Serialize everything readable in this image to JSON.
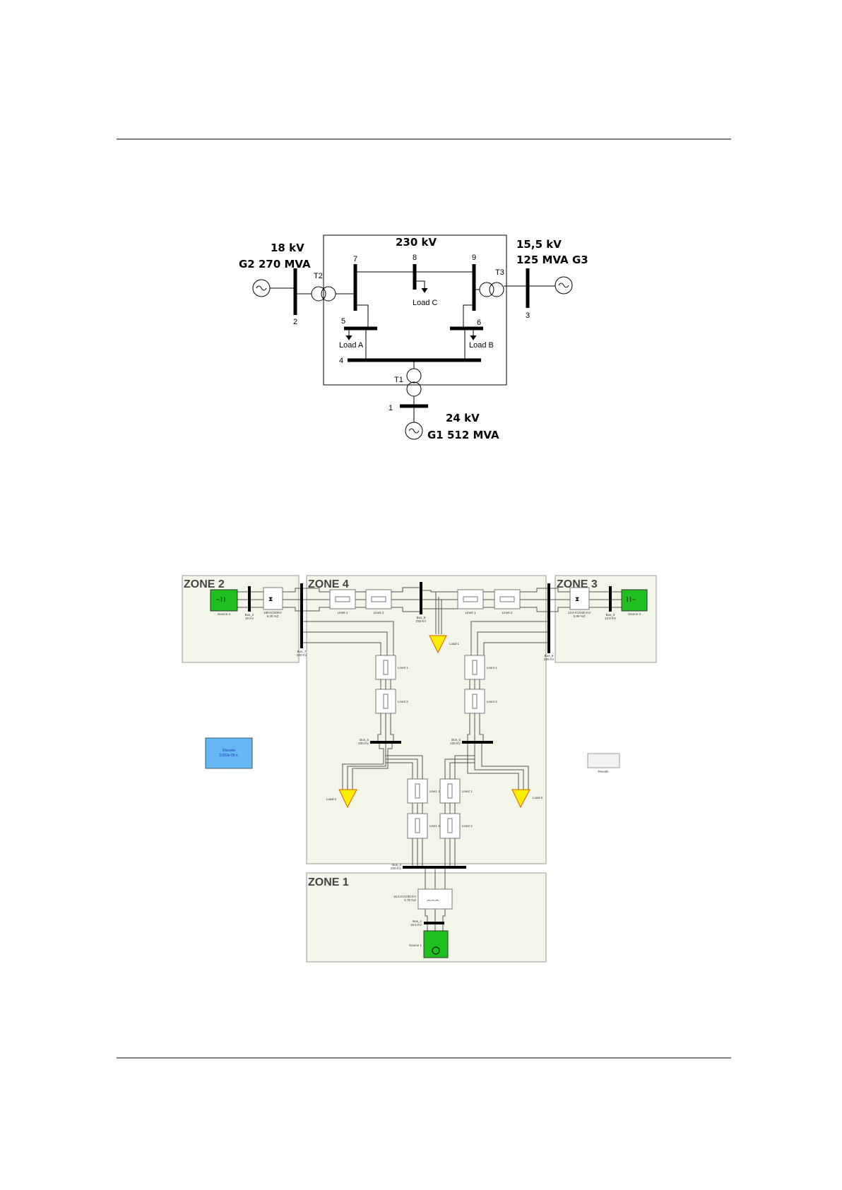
{
  "one_line": {
    "top_label": "230 kV",
    "g2": {
      "kv": "18 kV",
      "label": "G2  270 MVA"
    },
    "g3": {
      "kv": "15,5 kV",
      "mva": "125 MVA",
      "name": "G3"
    },
    "g1": {
      "kv": "24 kV",
      "label": "G1  512 MVA"
    },
    "transformers": {
      "t1": "T1",
      "t2": "T2",
      "t3": "T3"
    },
    "buses": {
      "b1": "1",
      "b2": "2",
      "b3": "3",
      "b4": "4",
      "b5": "5",
      "b6": "6",
      "b7": "7",
      "b8": "8",
      "b9": "9"
    },
    "loads": {
      "a": "Load  A",
      "b": "Load  B",
      "c": "Load  C"
    }
  },
  "simulink": {
    "zones": {
      "z1": "ZONE 1",
      "z2": "ZONE 2",
      "z3": "ZONE 3",
      "z4": "ZONE 4"
    },
    "source2": "Source 2",
    "source3": "Source 3",
    "source1": "Source 1",
    "bus2": [
      "Bus_2",
      "18 KV"
    ],
    "bus3": [
      "Bus_3",
      "13.8 KV"
    ],
    "bus1": [
      "Bus_1",
      "16.5 KV"
    ],
    "bus7": [
      "Bus_7",
      "230 KV"
    ],
    "bus8": [
      "Bus_8",
      "230 KV"
    ],
    "bus9": [
      "Bus_9",
      "230 KV"
    ],
    "bus5": [
      "Bus_5",
      "230 KV"
    ],
    "bus6": [
      "Bus_6",
      "230 KV"
    ],
    "bus4": [
      "Bus_4",
      "230 KV"
    ],
    "tr2": [
      "18KV/230KV",
      "6.25 %Z"
    ],
    "tr3": [
      "13.8 KV/230 KV",
      "5.86 %Z"
    ],
    "tr1": [
      "16.5 KV/230 KV",
      "5.76 %Z"
    ],
    "lines": {
      "l51": "Line5 1",
      "l52": "Line5 2",
      "l61": "Line6 1",
      "l62": "Line6 2",
      "l31": "Line3 1",
      "l32": "Line3 2",
      "l41": "Line4 1",
      "l42": "Line4 2",
      "l11": "Line1 1",
      "l12": "Line1 2",
      "l21": "Line2 1",
      "l22": "Line2 2"
    },
    "loads": {
      "l1": "Load-1",
      "l2": "Load-2",
      "l3": "Load-3"
    },
    "powergui": [
      "Discrete",
      "3.333e-05 s."
    ],
    "results": "Results"
  },
  "colors": {
    "zone_fill": "#f1f6e9",
    "source_green": "#1fbf1f",
    "load_yellow": "#ffee00",
    "powergui_blue": "#66b8f4"
  }
}
